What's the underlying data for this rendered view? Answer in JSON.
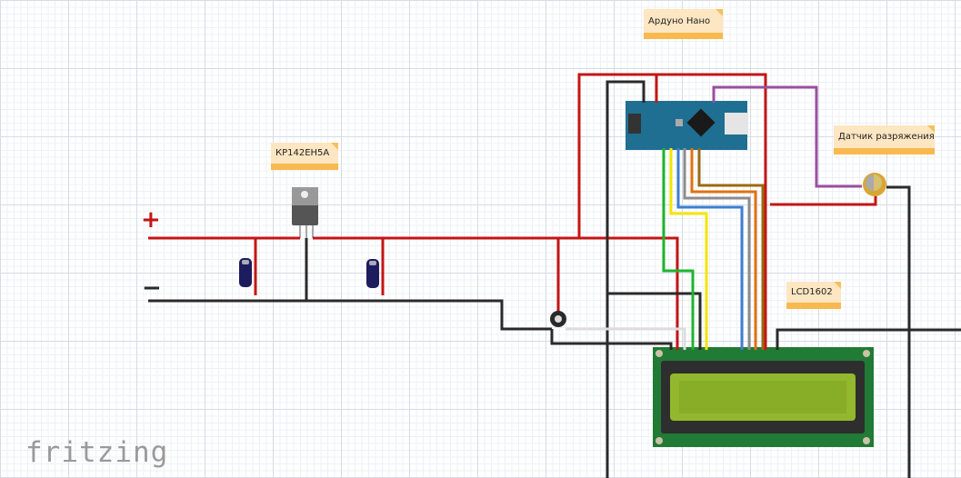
{
  "notes": {
    "arduino": "Ардуно Нано",
    "regulator": "КР142ЕН5А",
    "sensor": "Датчик разряжения",
    "lcd": "LCD1602"
  },
  "power_labels": {
    "plus": "+",
    "minus": "−"
  },
  "logo": "fritzing",
  "wire_colors": {
    "power": "#c41515",
    "ground": "#2a2a2a",
    "signal_purple": "#9a4fa0",
    "green": "#1cb52c",
    "yellow": "#f2e600",
    "blue": "#3b7fd1",
    "gray": "#8c8c8c",
    "orange": "#e0720e",
    "brown": "#9a6a12",
    "white": "#dddddd"
  }
}
